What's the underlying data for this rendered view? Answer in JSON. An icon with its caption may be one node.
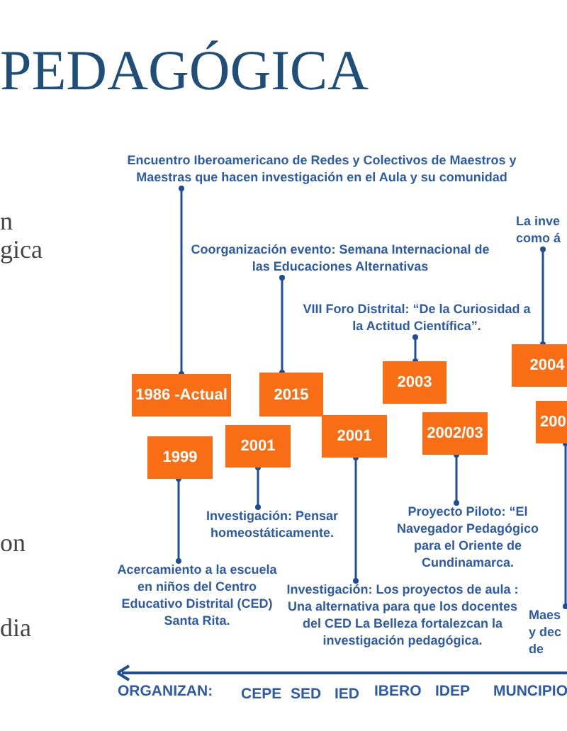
{
  "diagram": {
    "title": "PEDAGÓGICA",
    "nodes": [
      {
        "text": [
          "Encuentro Iberoamericano de Redes y Colectivos de Maestros y Maestras que hacen investigación en el Aula y su comunidad"
        ]
      },
      {
        "text": [
          "1986 -Actual"
        ]
      },
      {
        "text": [
          "Coorganización  evento:  Semana Internacional de las Educaciones Alternativas"
        ]
      },
      {
        "text": [
          "2015"
        ]
      },
      {
        "text": [
          "VIII Foro Distrital:  “De la Curiosidad a la Actitud Científica”."
        ]
      },
      {
        "text": [
          "2003"
        ]
      },
      {
        "text": [
          "1999"
        ]
      },
      {
        "text": [
          "Acercamiento a la escuela en niños del Centro Educativo Distrital (CED) Santa Rita."
        ]
      },
      {
        "text": [
          "2001"
        ]
      },
      {
        "text": [
          "Investigación: Pensar homeostáticamente."
        ]
      },
      {
        "text": [
          "2001"
        ]
      },
      {
        "text": [
          "Investigación: Los proyectos de aula : Una alternativa para que los docentes del CED La Belleza fortalezcan la investigación pedagógica."
        ]
      },
      {
        "text": [
          "2002/03"
        ]
      },
      {
        "text": [
          "Proyecto Piloto: “El Navegador Pedagógico para el Oriente de Cundinamarca."
        ]
      },
      {
        "text": [
          "La inve como á"
        ]
      },
      {
        "text": [
          "2004"
        ]
      },
      {
        "text": [
          "200"
        ]
      },
      {
        "text": [
          "Maes y dec de"
        ]
      }
    ],
    "edges": [
      {
        "from": 0,
        "to": 1,
        "arrow": "other"
      },
      {
        "from": 2,
        "to": 3,
        "arrow": "other"
      },
      {
        "from": 4,
        "to": 5,
        "arrow": "other"
      },
      {
        "from": 6,
        "to": 7,
        "arrow": "other"
      },
      {
        "from": 8,
        "to": 9,
        "arrow": "other"
      },
      {
        "from": 10,
        "to": 11,
        "arrow": "other"
      },
      {
        "from": 12,
        "to": 13,
        "arrow": "other"
      },
      {
        "from": 14,
        "to": 15,
        "arrow": "other"
      },
      {
        "from": 16,
        "to": 17,
        "arrow": "other"
      }
    ],
    "labels": [
      "n",
      "gica",
      "on",
      "dia",
      "ORGANIZAN:",
      "CEPE",
      "SED",
      "IED",
      "IBERO",
      "IDEP",
      "MUNCIPIO"
    ]
  }
}
